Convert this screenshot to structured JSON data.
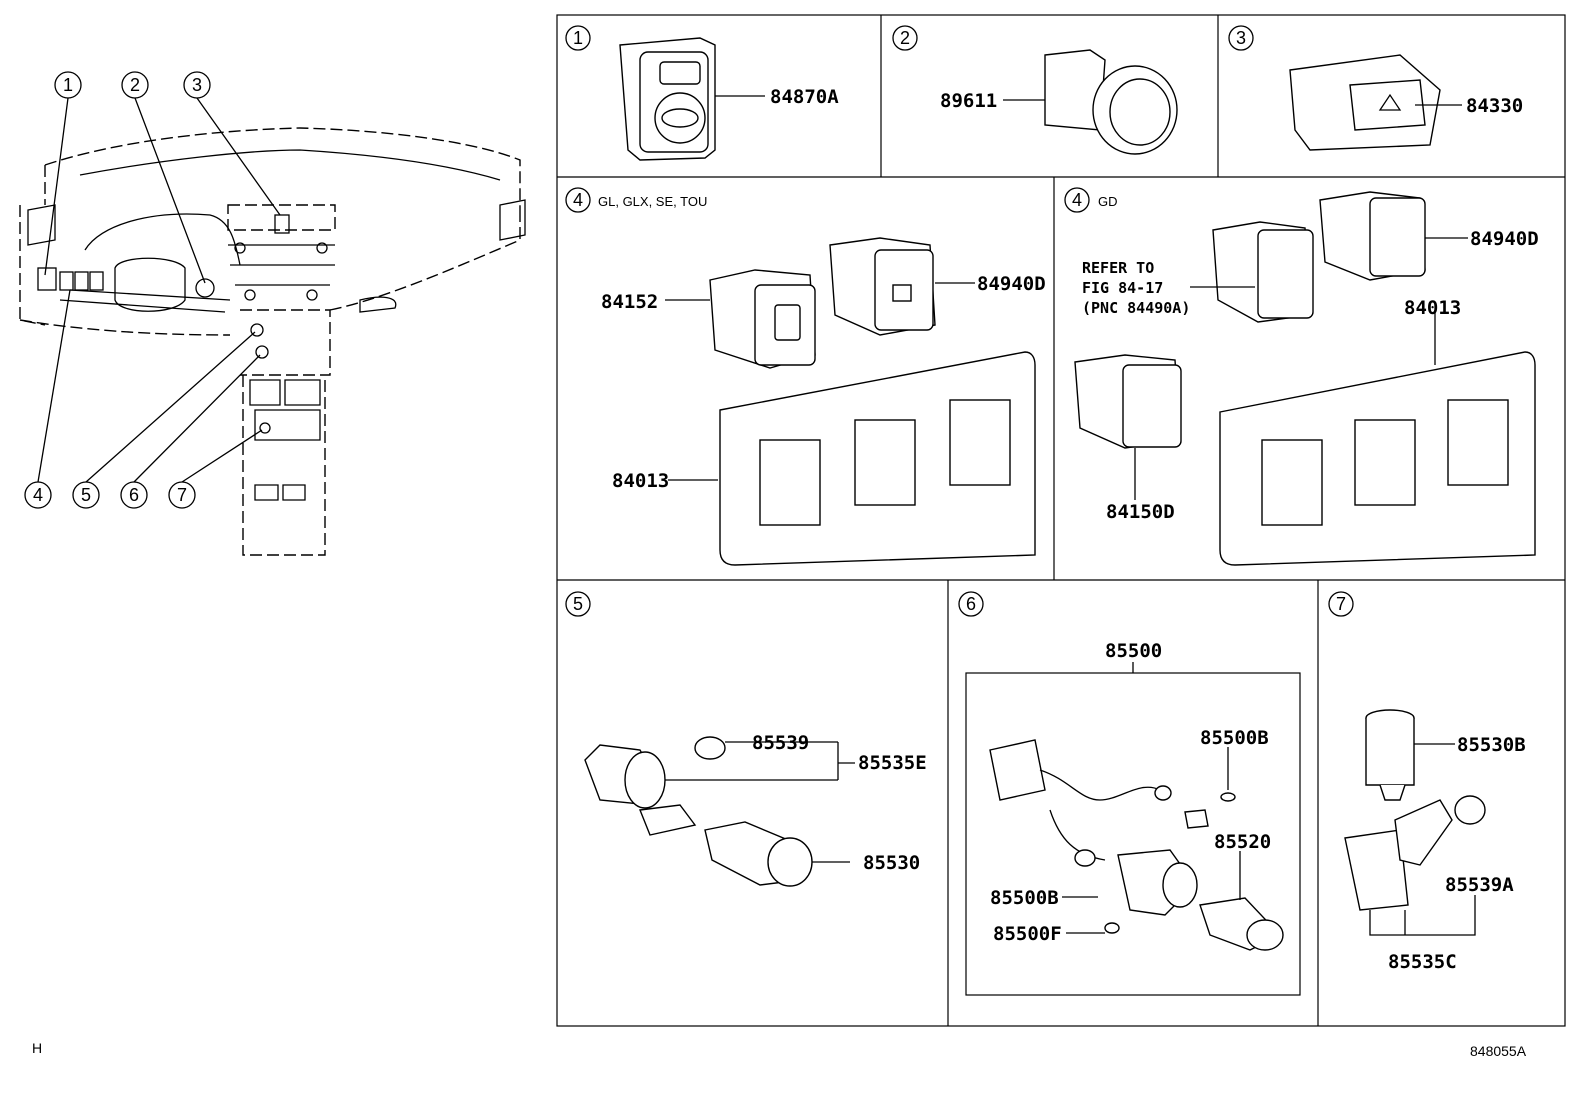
{
  "overview": {
    "callouts": [
      "1",
      "2",
      "3",
      "4",
      "5",
      "6",
      "7"
    ]
  },
  "panels": [
    {
      "id": "p1",
      "num": "1",
      "parts": [
        "84870A"
      ]
    },
    {
      "id": "p2",
      "num": "2",
      "parts": [
        "89611"
      ]
    },
    {
      "id": "p3",
      "num": "3",
      "parts": [
        "84330"
      ]
    },
    {
      "id": "p4a",
      "num": "4",
      "variant": "GL, GLX, SE, TOU",
      "parts": [
        "84152",
        "84940D",
        "84013"
      ]
    },
    {
      "id": "p4b",
      "num": "4",
      "variant": "GD",
      "parts": [
        "84940D",
        "84013",
        "84150D"
      ],
      "refer": [
        "REFER TO",
        "FIG 84-17",
        "(PNC 84490A)"
      ]
    },
    {
      "id": "p5",
      "num": "5",
      "parts": [
        "85539",
        "85535E",
        "85530"
      ]
    },
    {
      "id": "p6",
      "num": "6",
      "parts": [
        "85500",
        "85500B",
        "85520",
        "85500B",
        "85500F"
      ]
    },
    {
      "id": "p7",
      "num": "7",
      "parts": [
        "85530B",
        "85539A",
        "85535C"
      ]
    }
  ],
  "footer": {
    "left": "H",
    "right": "848055A"
  }
}
